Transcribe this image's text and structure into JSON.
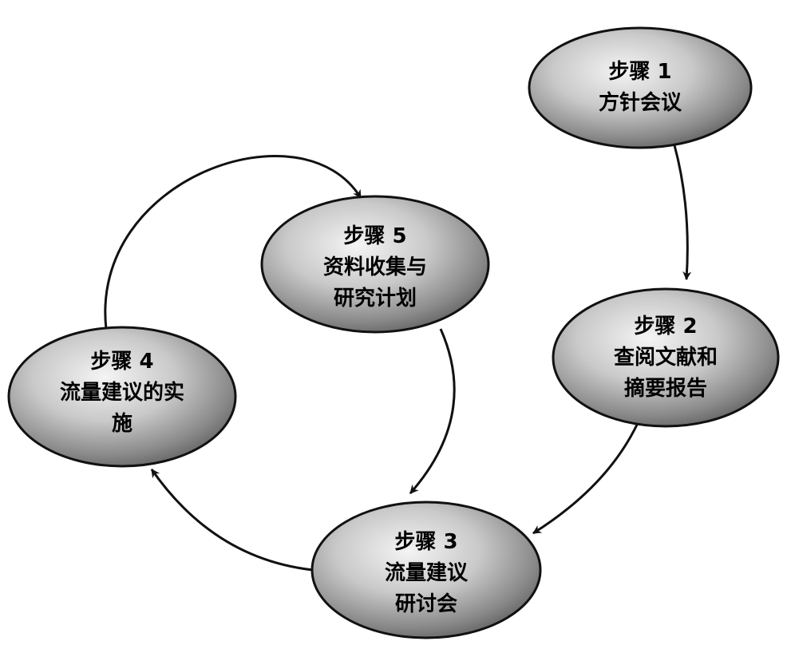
{
  "nodes": [
    {
      "id": "step1",
      "lines": [
        "步骤 1",
        "方针会议"
      ]
    },
    {
      "id": "step2",
      "lines": [
        "步骤 2",
        "查阅文献和",
        "摘要报告"
      ]
    },
    {
      "id": "step3",
      "lines": [
        "步骤 3",
        "流量建议",
        "研讨会"
      ]
    },
    {
      "id": "step4",
      "lines": [
        "步骤 4",
        "流量建议的实",
        "施"
      ]
    },
    {
      "id": "step5",
      "lines": [
        "步骤 5",
        "资料收集与",
        "研究计划"
      ]
    }
  ],
  "edges": [
    {
      "from": "step1",
      "to": "step2"
    },
    {
      "from": "step2",
      "to": "step3"
    },
    {
      "from": "step3",
      "to": "step4"
    },
    {
      "from": "step4",
      "to": "step5"
    },
    {
      "from": "step5",
      "to": "step3"
    }
  ]
}
